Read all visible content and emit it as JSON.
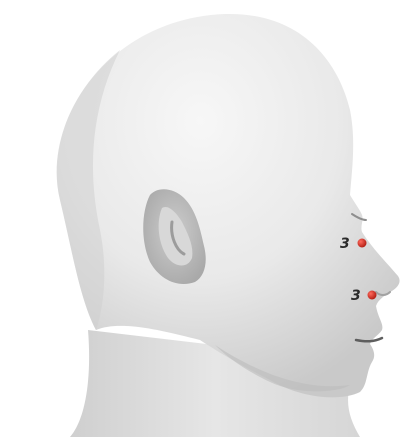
{
  "diagram": {
    "subject": "head-profile-right",
    "colors": {
      "skin_light": "#f2f2f2",
      "skin_mid": "#dcdcdc",
      "skin_dark": "#b5b5b5",
      "point": "#d42a1e"
    },
    "points": [
      {
        "id": "upper-point",
        "label": "3"
      },
      {
        "id": "lower-point",
        "label": "3"
      }
    ]
  }
}
